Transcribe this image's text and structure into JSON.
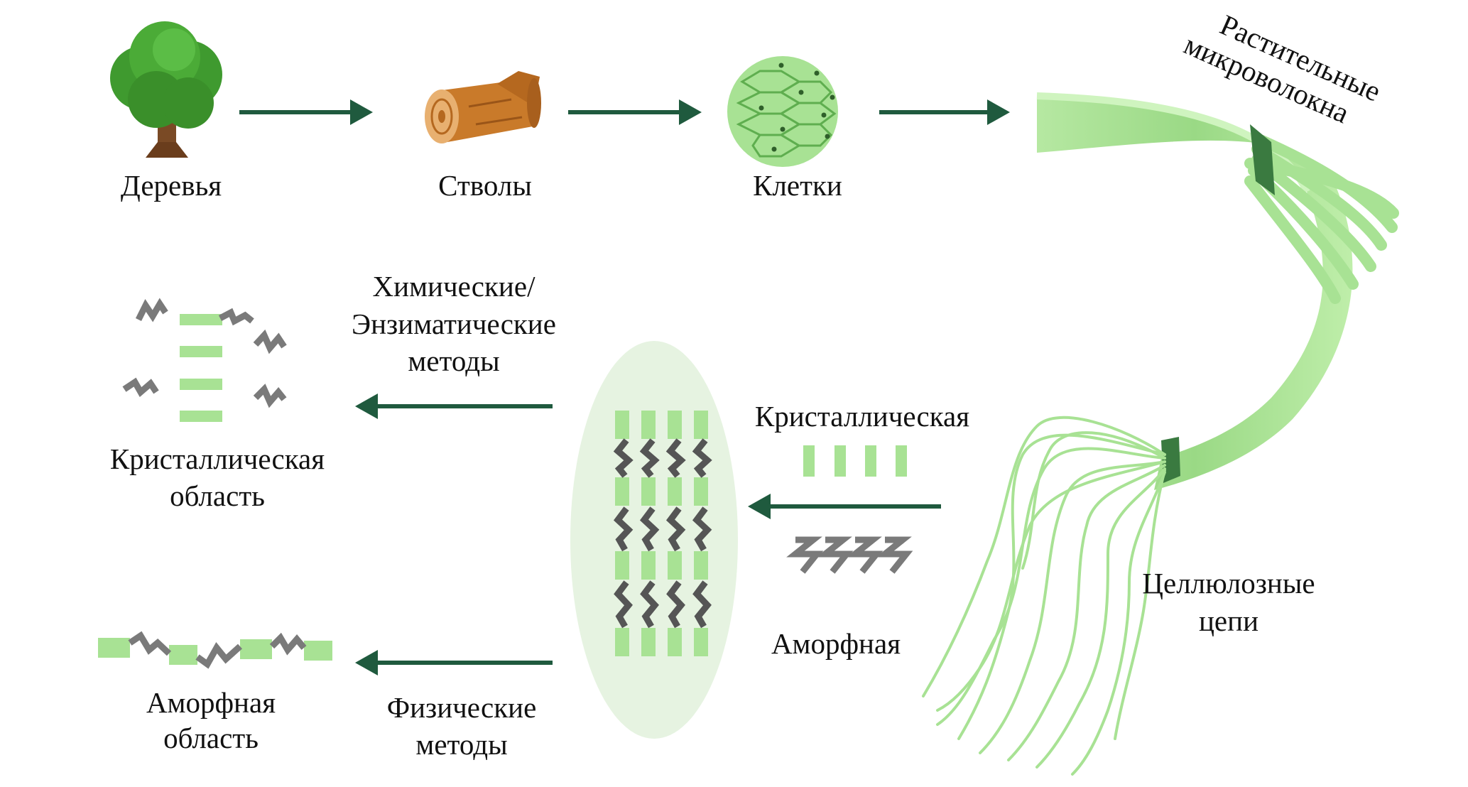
{
  "labels": {
    "trees": "Деревья",
    "trunks": "Стволы",
    "cells": "Клетки",
    "microfibrils_1": "Растительные",
    "microfibrils_2": "микроволокна",
    "chains_1": "Целлюлозные",
    "chains_2": "цепи",
    "chem_1": "Химические/",
    "chem_2": "Энзиматические",
    "chem_3": "методы",
    "cryst_region_1": "Кристаллическая",
    "cryst_region_2": "область",
    "crystalline": "Кристаллическая",
    "amorphous": "Аморфная",
    "amorph_region_1": "Аморфная",
    "amorph_region_2": "область",
    "phys_1": "Физические",
    "phys_2": "методы"
  },
  "icons": {
    "tree": "tree-icon",
    "log": "log-icon",
    "cells": "cells-icon"
  },
  "colors": {
    "arrow": "#1f5a3e",
    "green_light": "#a8e294",
    "green_mid": "#7fcc6b",
    "green_dark": "#3a7a40",
    "chain_gray": "#7a7a7a",
    "ellipse_fill": "#e6f3e1"
  }
}
